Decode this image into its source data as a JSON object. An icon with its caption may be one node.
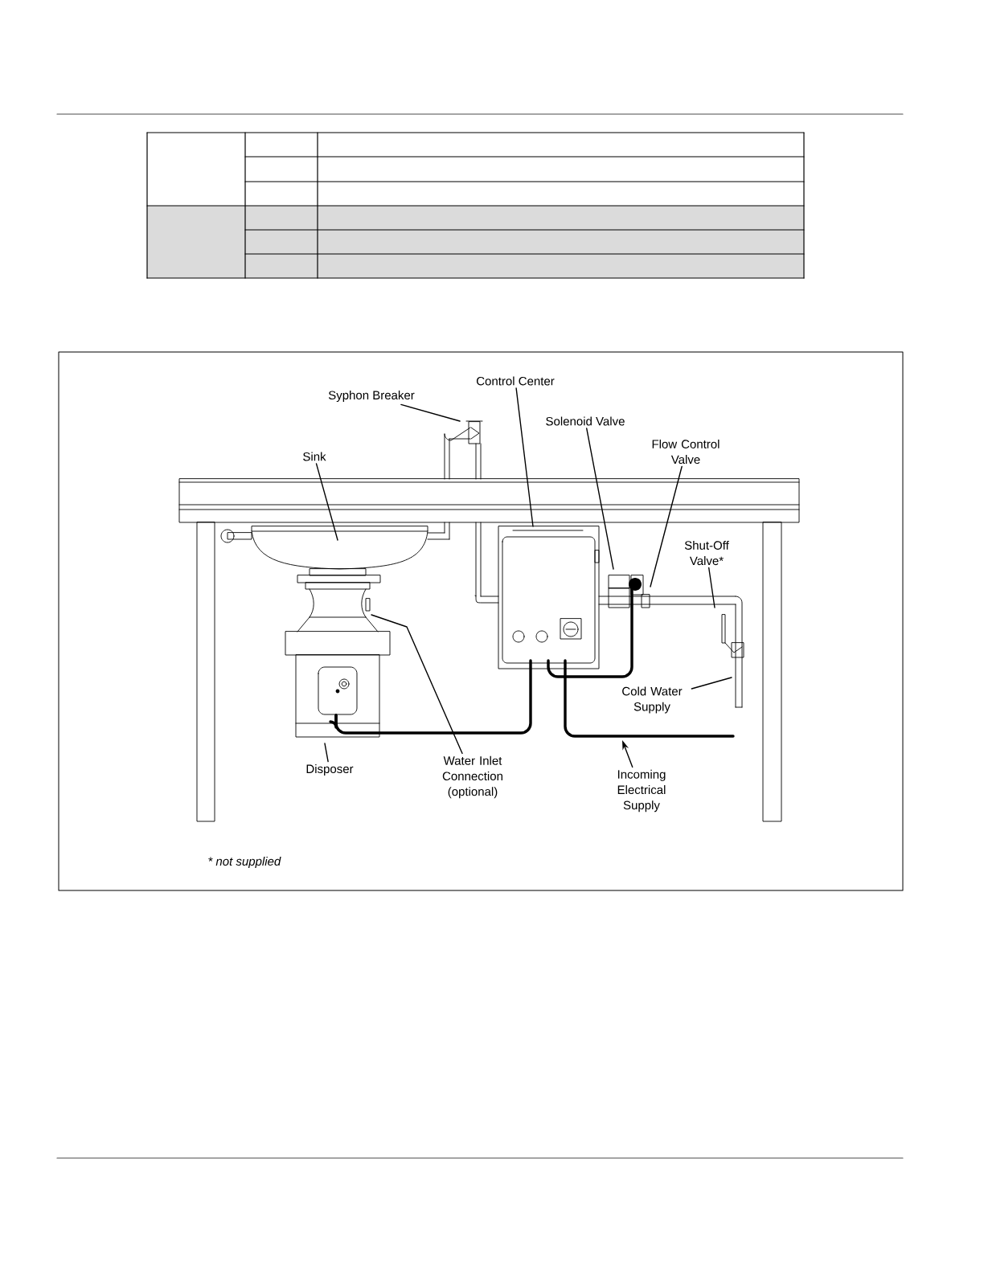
{
  "diagram": {
    "nodes": [
      {
        "text": [
          "Syphon Breaker"
        ]
      },
      {
        "text": [
          "Control Center"
        ]
      },
      {
        "text": [
          "Solenoid Valve"
        ]
      },
      {
        "text": [
          "Flow Control Valve"
        ]
      },
      {
        "text": [
          "Sink"
        ]
      },
      {
        "text": [
          "Shut-Off Valve*"
        ]
      },
      {
        "text": [
          "Cold Water Supply"
        ]
      },
      {
        "text": [
          "Disposer"
        ]
      },
      {
        "text": [
          "Water Inlet Connection (optional)"
        ]
      },
      {
        "text": [
          "Incoming Electrical Supply"
        ]
      }
    ],
    "edges": [
      {
        "from": 0,
        "to": null,
        "arrow": "none"
      },
      {
        "from": 1,
        "to": null,
        "arrow": "none"
      },
      {
        "from": 2,
        "to": null,
        "arrow": "none"
      },
      {
        "from": 3,
        "to": null,
        "arrow": "none"
      },
      {
        "from": 4,
        "to": null,
        "arrow": "none"
      },
      {
        "from": 5,
        "to": null,
        "arrow": "none"
      },
      {
        "from": 6,
        "to": null,
        "arrow": "none"
      },
      {
        "from": 7,
        "to": null,
        "arrow": "none"
      },
      {
        "from": 8,
        "to": null,
        "arrow": "none"
      },
      {
        "from": 9,
        "to": null,
        "arrow": "to"
      }
    ],
    "labels": [
      "* not supplied"
    ]
  }
}
